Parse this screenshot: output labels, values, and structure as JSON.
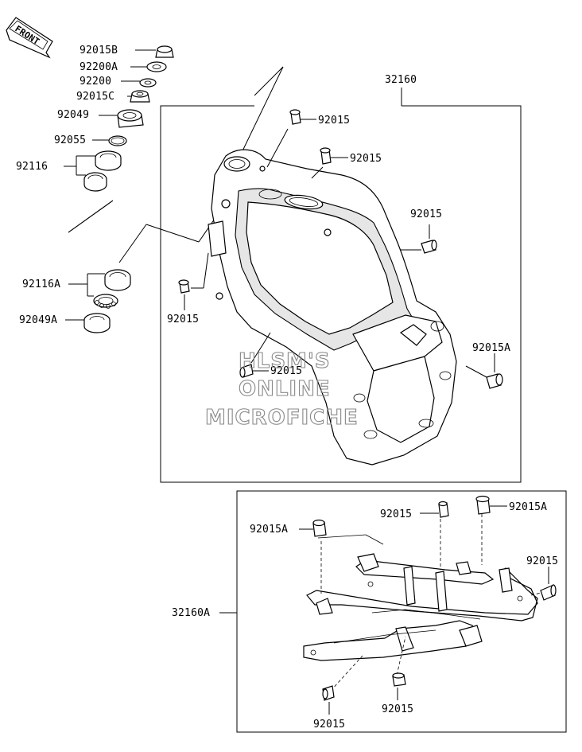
{
  "front_badge": "FRONT",
  "watermark": [
    "HLSM'S",
    "ONLINE",
    "MICROFICHE"
  ],
  "labels": {
    "p92015B": "92015B",
    "p92200A": "92200A",
    "p92200": "92200",
    "p92015C": "92015C",
    "p92049": "92049",
    "p92055": "92055",
    "p92116": "92116",
    "p92116A": "92116A",
    "p92049A": "92049A",
    "p32160": "32160",
    "p32160A": "32160A",
    "p92015A": "92015A",
    "p92015": "92015"
  }
}
